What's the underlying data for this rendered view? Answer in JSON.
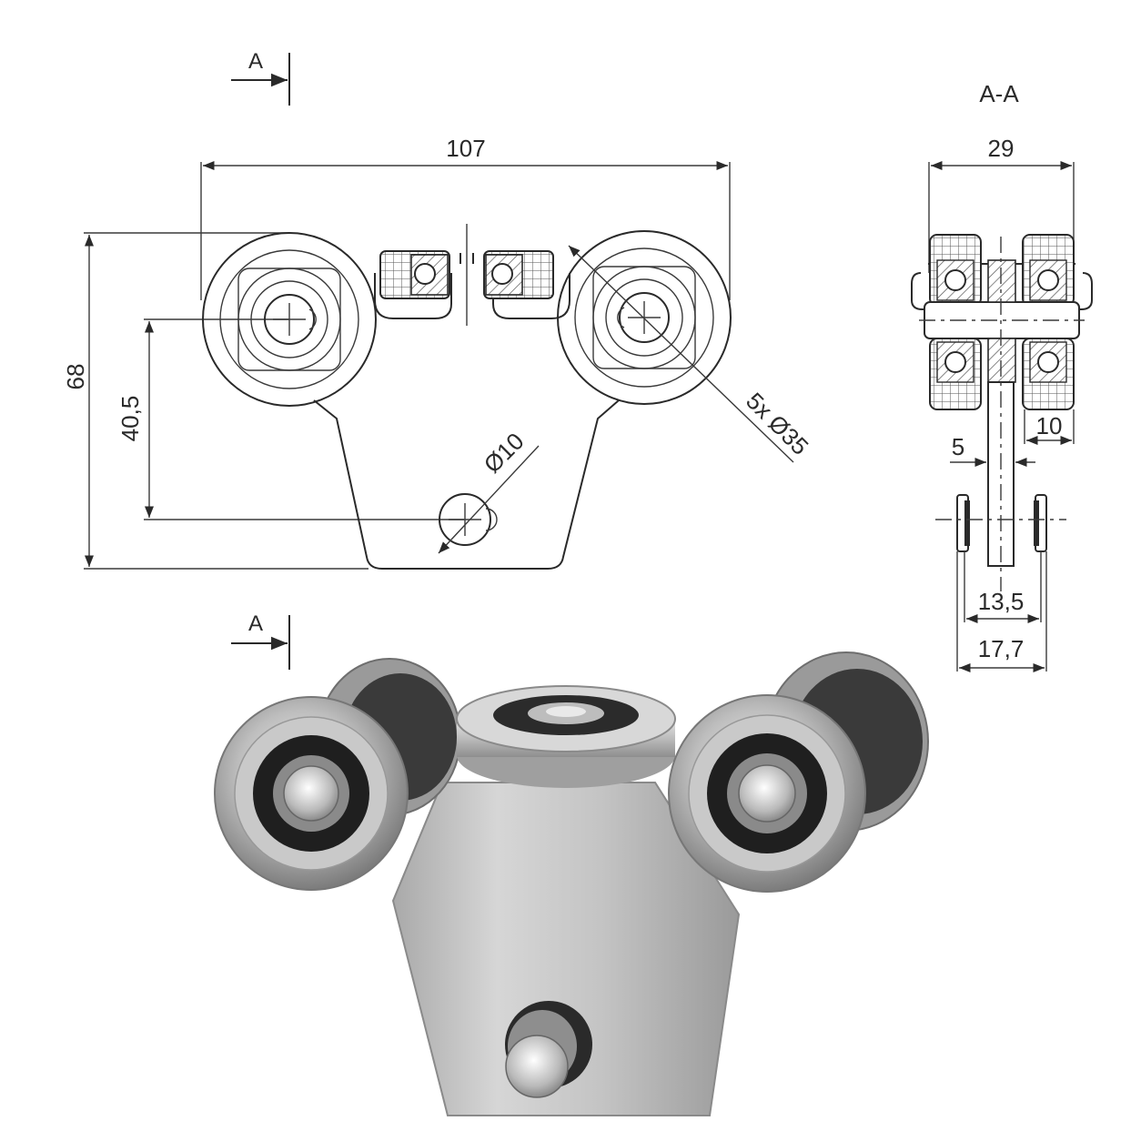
{
  "section_marker": "A",
  "section_view_title": "A-A",
  "front_view": {
    "width_dim": "107",
    "height_dim": "68",
    "axle_height_dim": "40,5",
    "hole_dim": "Ø10",
    "wheel_dim": "5x Ø35"
  },
  "section_view": {
    "width_dim": "29",
    "wheel_width_dim": "10",
    "plate_thickness_dim": "5",
    "inner_dim": "13,5",
    "outer_dim": "17,7"
  }
}
